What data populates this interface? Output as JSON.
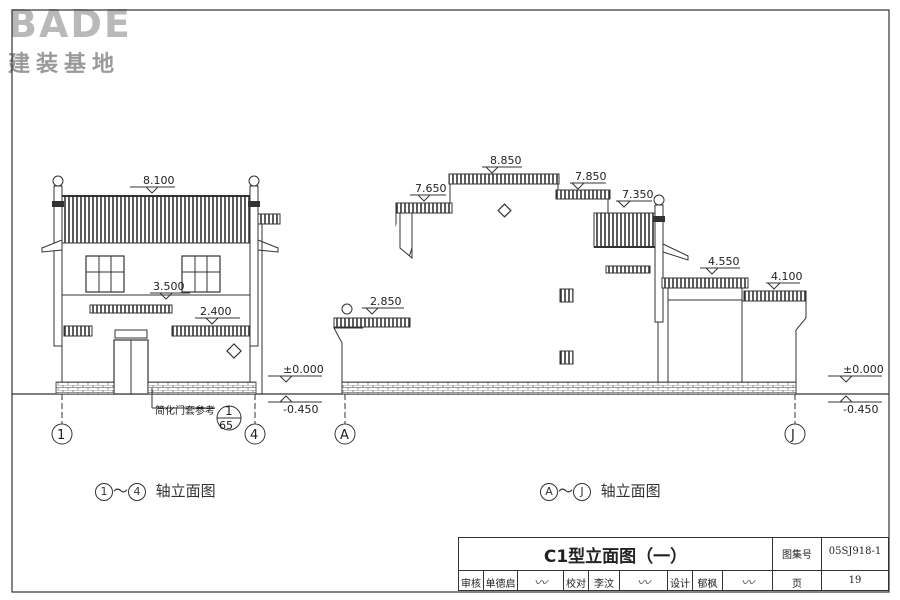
{
  "logo": {
    "main": "BADE",
    "sub": "建装基地"
  },
  "left_elevation": {
    "elevations": [
      "8.100",
      "3.500",
      "2.400",
      "±0.000",
      "-0.450"
    ],
    "grid_axes": [
      "1",
      "4"
    ],
    "note": "简化门套参考",
    "detail_ref": {
      "num": "1",
      "sheet": "65"
    },
    "caption": {
      "from": "1",
      "sep": "～",
      "to": "4",
      "text": "轴立面图"
    }
  },
  "right_elevation": {
    "elevations": [
      "8.850",
      "7.650",
      "7.850",
      "7.350",
      "4.550",
      "4.100",
      "2.850",
      "±0.000",
      "-0.450"
    ],
    "grid_axes": [
      "A",
      "J"
    ],
    "caption": {
      "from": "A",
      "sep": "～",
      "to": "J",
      "text": "轴立面图"
    }
  },
  "title_block": {
    "title": "C1型立面图（一）",
    "atlas_label": "图集号",
    "atlas_no": "05SJ918-1",
    "review_label": "审核",
    "reviewer": "单德启",
    "check_label": "校对",
    "checker": "李汶",
    "design_label": "设计",
    "designer": "郁枫",
    "page_label": "页",
    "page_no": "19"
  }
}
